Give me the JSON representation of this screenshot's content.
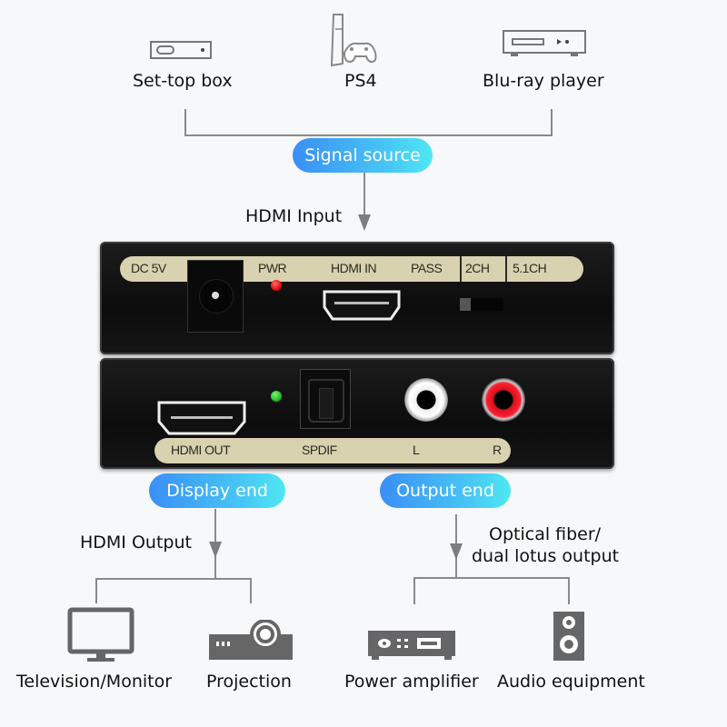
{
  "sources": [
    {
      "label": "Set-top box",
      "icon": "set-top-box-icon"
    },
    {
      "label": "PS4",
      "icon": "ps4-console-icon"
    },
    {
      "label": "Blu-ray player",
      "icon": "blu-ray-player-icon"
    }
  ],
  "signal_source_label": "Signal source",
  "hdmi_input_label": "HDMI Input",
  "device_top_panel": {
    "labels": [
      "DC 5V",
      "PWR",
      "HDMI IN",
      "PASS",
      "2CH",
      "5.1CH"
    ],
    "pwr_led_color": "#e01010"
  },
  "device_bottom_panel": {
    "labels": [
      "HDMI OUT",
      "SPDIF",
      "L",
      "R"
    ],
    "status_led_color": "#22c022"
  },
  "display_end": {
    "pill_label": "Display end",
    "flow_label": "HDMI Output",
    "targets": [
      {
        "label": "Television/Monitor",
        "icon": "monitor-icon"
      },
      {
        "label": "Projection",
        "icon": "projector-icon"
      }
    ]
  },
  "output_end": {
    "pill_label": "Output end",
    "flow_label_line1": "Optical fiber/",
    "flow_label_line2": "dual lotus output",
    "targets": [
      {
        "label": "Power amplifier",
        "icon": "amplifier-icon"
      },
      {
        "label": "Audio equipment",
        "icon": "speaker-icon"
      }
    ]
  },
  "colors": {
    "pill_gradient_start": "#3a8ff5",
    "pill_gradient_end": "#4ee8f2",
    "connector_line": "#8a8a8a",
    "panel_strip": "#d8d2b0"
  }
}
